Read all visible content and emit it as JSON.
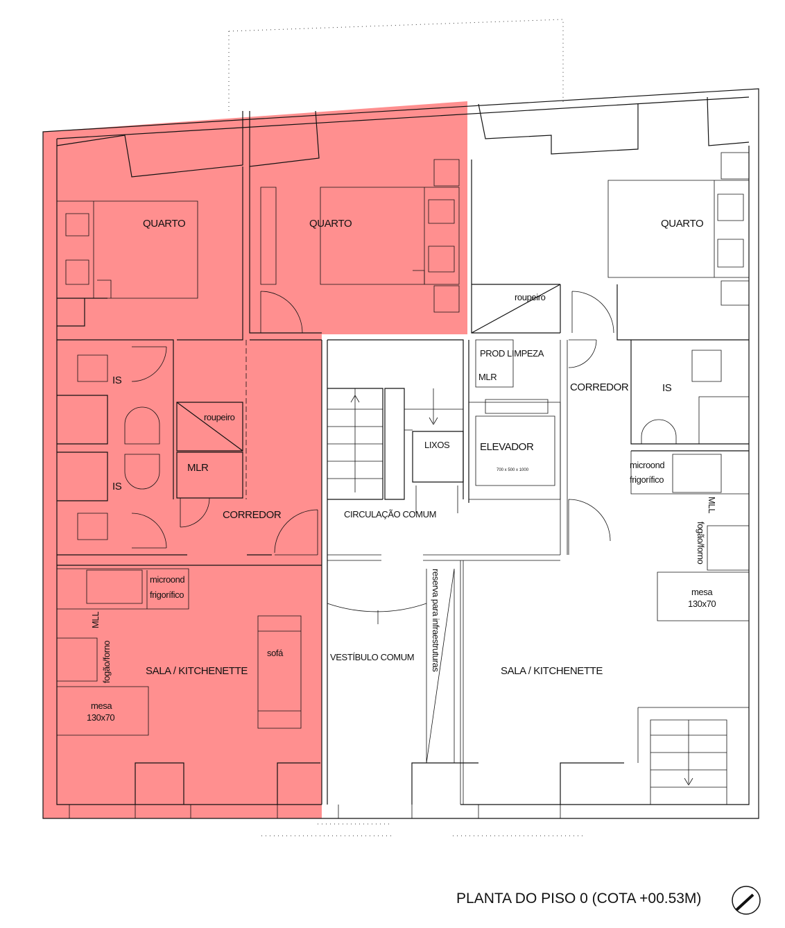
{
  "plan": {
    "title": "PLANTA DO PISO 0 (COTA +00.53M)",
    "highlight_color": "#ff8f8f",
    "line_color": "#111111"
  },
  "rooms_left": {
    "quarto_1": "QUARTO",
    "quarto_2": "QUARTO",
    "is_1": "IS",
    "is_2": "IS",
    "roupeiro": "roupeiro",
    "mlr": "MLR",
    "corredor": "CORREDOR",
    "microond": "microond",
    "frigorifico": "frigorífico",
    "mll": "MLL",
    "fogao": "fogão/forno",
    "sala": "SALA / KITCHENETTE",
    "sofa": "sofá",
    "mesa": "mesa",
    "mesa_dim": "130x70"
  },
  "rooms_common": {
    "prod_limpeza": "PROD LIMPEZA",
    "mlr": "MLR",
    "lixos": "LIXOS",
    "elevador": "ELEVADOR",
    "elevador_dim": "700 x 500 x 1000",
    "circulacao": "CIRCULAÇÃO COMUM",
    "vestibulo": "VESTÍBULO COMUM",
    "reserva": "reserva para infraestruturas"
  },
  "rooms_right": {
    "quarto": "QUARTO",
    "roupeiro": "roupeiro",
    "corredor": "CORREDOR",
    "is": "IS",
    "microond": "microond",
    "frigorifico": "frigorífico",
    "mll": "MLL",
    "fogao": "fogão/forno",
    "mesa": "mesa",
    "mesa_dim": "130x70",
    "sala": "SALA / KITCHENETTE"
  }
}
